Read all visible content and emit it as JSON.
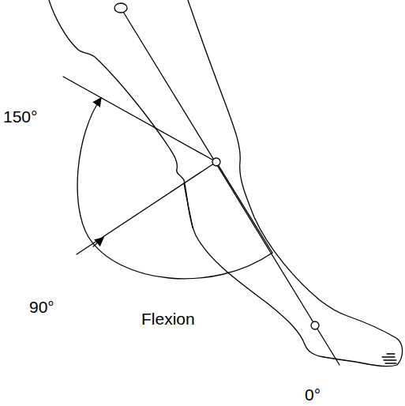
{
  "diagram": {
    "labels": [
      "150°",
      "90°",
      "Flexion",
      "0°"
    ]
  }
}
